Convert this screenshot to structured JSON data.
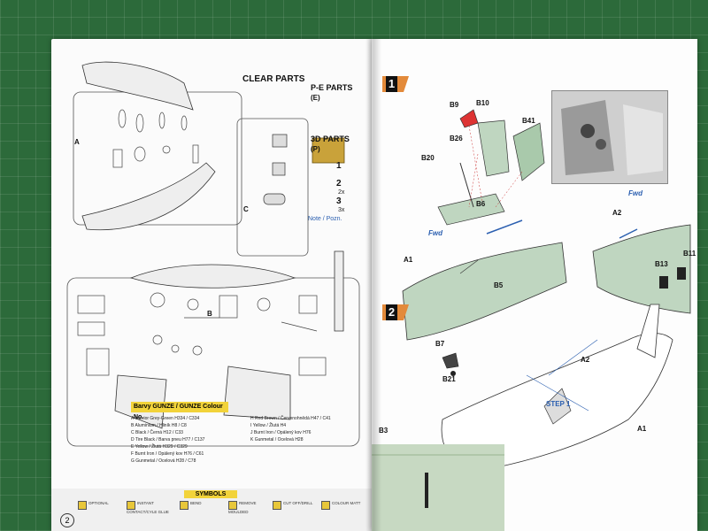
{
  "left_page": {
    "clear_parts_title": "CLEAR PARTS",
    "pe_parts_title": "P-E PARTS",
    "pe_parts_sub": "(E)",
    "parts_3d_title": "3D PARTS",
    "parts_3d_sub": "(P)",
    "sprue_labels": [
      "A",
      "B",
      "C"
    ],
    "note_3d": "Note / Pozn.",
    "item_1": "1",
    "item_2": "2",
    "item_2x": "2x",
    "item_3": "3",
    "item_3x": "3x",
    "colour_header": "Barvy GUNZE / GUNZE Colour No.",
    "colours": [
      {
        "letter": "A",
        "name": "Interior Grey-Green",
        "code": "H334 / C334"
      },
      {
        "letter": "B",
        "name": "Aluminium / Hliník",
        "code": "H8 / C8"
      },
      {
        "letter": "C",
        "name": "Black / Černá",
        "code": "H12 / C33"
      },
      {
        "letter": "D",
        "name": "Tire Black / Barva pneu",
        "code": "H77 / C137"
      },
      {
        "letter": "E",
        "name": "Yellow / Žlutá",
        "code": "H329 / C329"
      },
      {
        "letter": "F",
        "name": "Burnt Iron / Opálený kov",
        "code": "H76 / C61"
      },
      {
        "letter": "G",
        "name": "Gunmetal / Ocelová",
        "code": "H28 / C78"
      },
      {
        "letter": "H",
        "name": "Red Brown / Červenohnědá",
        "code": "H47 / C41"
      },
      {
        "letter": "I",
        "name": "Yellow / Žlutá",
        "code": "H4"
      },
      {
        "letter": "J",
        "name": "Burnt Iron / Opálený kov",
        "code": "H76"
      },
      {
        "letter": "K",
        "name": "Gunmetal / Ocelová",
        "code": "H28"
      }
    ],
    "symbols_header": "SYMBOLS",
    "symbols": [
      "OPTIONAL",
      "INSTANT CONTACT/CYLE GLUE",
      "BEND",
      "REMOVE MOULDED",
      "CUT OFF/DRILL",
      "COLOUR MATT"
    ],
    "page_number": "2"
  },
  "right_page": {
    "step1_number": "1",
    "step2_number": "2",
    "parts_step1": [
      "B9",
      "B10",
      "B41",
      "B26",
      "B20",
      "B6",
      "A1",
      "A2",
      "B5",
      "B13",
      "B11"
    ],
    "fwd_label": "Fwd",
    "parts_step2": [
      "B7",
      "B21",
      "A2",
      "A1",
      "B3"
    ],
    "step_ref": "STEP 1"
  }
}
